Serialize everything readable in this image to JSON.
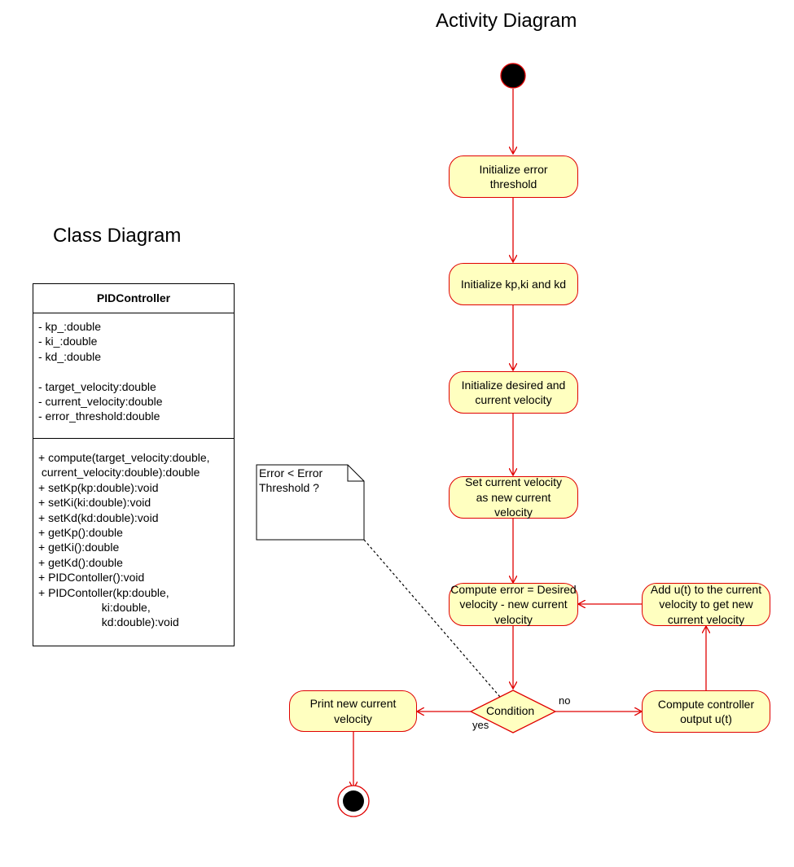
{
  "activity_title": "Activity Diagram",
  "class_title": "Class Diagram",
  "class": {
    "name": "PIDController",
    "attributes": [
      "- kp_:double",
      "- ki_:double",
      "- kd_:double",
      "",
      "- target_velocity:double",
      "- current_velocity:double",
      "- error_threshold:double"
    ],
    "operations": [
      "+ compute(target_velocity:double,",
      " current_velocity:double):double",
      "+ setKp(kp:double):void",
      "+ setKi(ki:double):void",
      "+ setKd(kd:double):void",
      "+ getKp():double",
      "+ getKi():double",
      "+ getKd():double",
      "+ PIDContoller():void",
      "+ PIDContoller(kp:double,",
      "                    ki:double,",
      "                    kd:double):void"
    ]
  },
  "activities": {
    "init_threshold": "Initialize error threshold",
    "init_gains": "Initialize kp,ki and kd",
    "init_velocity": "Initialize desired and current velocity",
    "set_velocity": "Set current velocity as new current velocity",
    "compute_error": "Compute error = Desired velocity - new current velocity",
    "add_ut": "Add u(t) to the current velocity to get new current velocity",
    "compute_output": "Compute controller output u(t)",
    "print_velocity": "Print new current velocity"
  },
  "decision": {
    "label": "Condition",
    "yes_label": "yes",
    "no_label": "no"
  },
  "note": {
    "text": "Error < Error\nThreshold ?"
  },
  "colors": {
    "node_fill": "#ffffc0",
    "node_stroke": "#e00000",
    "initial_fill": "#000000"
  }
}
